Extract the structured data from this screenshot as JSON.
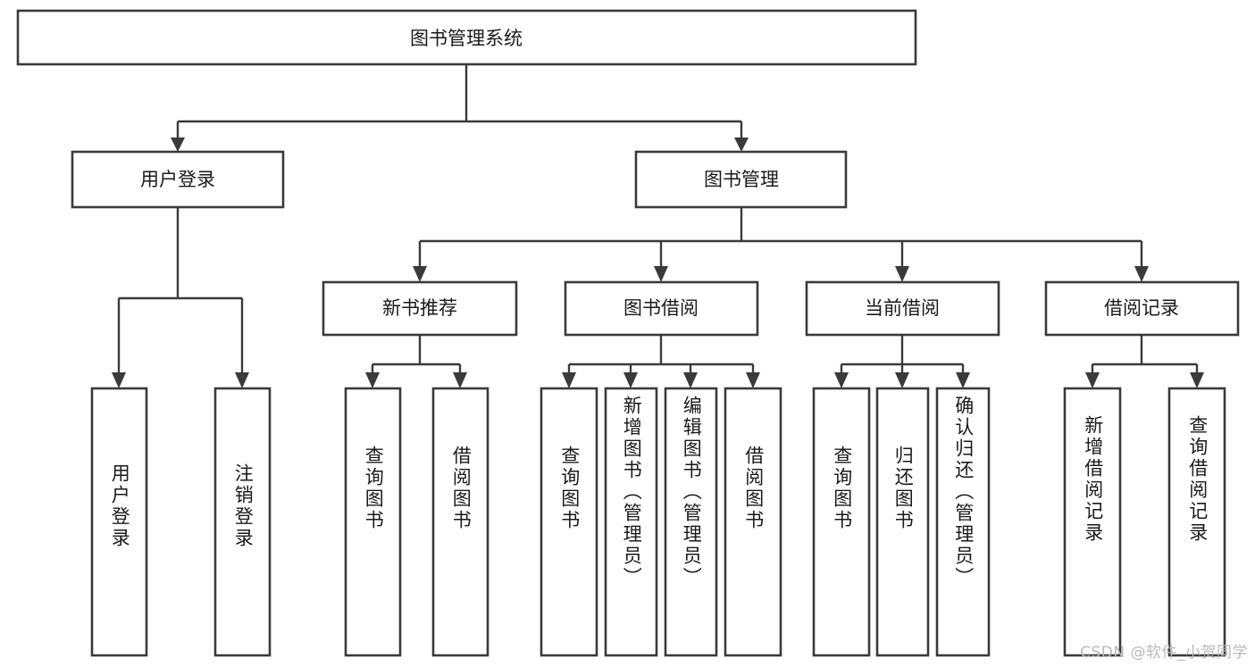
{
  "diagram": {
    "type": "tree-hierarchy",
    "title": "图书管理系统",
    "watermark": "CSDN @软件_小贺同学",
    "colors": {
      "box_stroke": "#3a3a3a",
      "box_fill": "#ffffff",
      "text": "#1a1a1a",
      "connector": "#3a3a3a",
      "background": "#ffffff",
      "watermark_text": "#b9b9b9"
    },
    "root": {
      "label": "图书管理系统"
    },
    "level1": [
      {
        "id": "user-login",
        "label": "用户登录"
      },
      {
        "id": "book-manage",
        "label": "图书管理"
      }
    ],
    "level2": [
      {
        "id": "new-book-recommend",
        "label": "新书推荐",
        "parent": "book-manage"
      },
      {
        "id": "book-borrow",
        "label": "图书借阅",
        "parent": "book-manage"
      },
      {
        "id": "current-borrow",
        "label": "当前借阅",
        "parent": "book-manage"
      },
      {
        "id": "borrow-record",
        "label": "借阅记录",
        "parent": "book-manage"
      }
    ],
    "leaves": {
      "user-login": [
        {
          "id": "leaf-user-login",
          "label": "用户登录"
        },
        {
          "id": "leaf-logout-login",
          "label": "注销登录"
        }
      ],
      "new-book-recommend": [
        {
          "id": "leaf-query-book-1",
          "label": "查询图书"
        },
        {
          "id": "leaf-borrow-book-1",
          "label": "借阅图书"
        }
      ],
      "book-borrow": [
        {
          "id": "leaf-query-book-2",
          "label": "查询图书"
        },
        {
          "id": "leaf-add-book",
          "label": "新增图书（管理员）"
        },
        {
          "id": "leaf-edit-book",
          "label": "编辑图书（管理员）"
        },
        {
          "id": "leaf-borrow-book-2",
          "label": "借阅图书"
        }
      ],
      "current-borrow": [
        {
          "id": "leaf-query-book-3",
          "label": "查询图书"
        },
        {
          "id": "leaf-return-book",
          "label": "归还图书"
        },
        {
          "id": "leaf-confirm-return",
          "label": "确认归还（管理员）"
        }
      ],
      "borrow-record": [
        {
          "id": "leaf-add-record",
          "label": "新增借阅记录"
        },
        {
          "id": "leaf-query-record",
          "label": "查询借阅记录"
        }
      ]
    }
  }
}
